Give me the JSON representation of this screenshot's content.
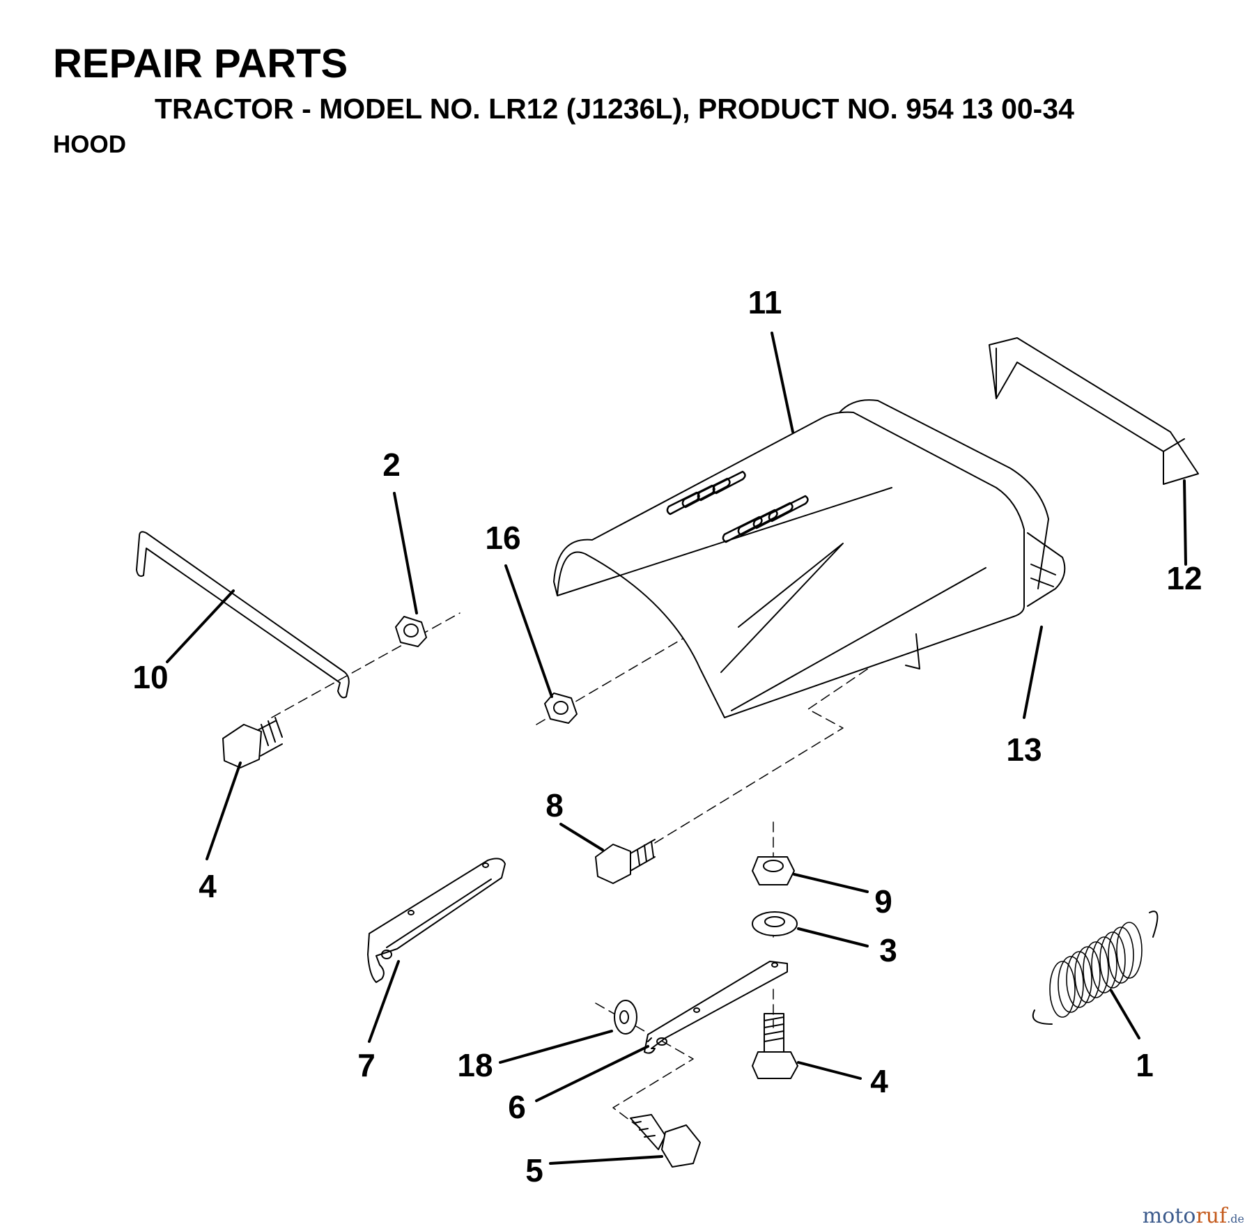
{
  "header": {
    "title": "REPAIR PARTS",
    "subtitle": "TRACTOR - MODEL NO. LR12 (J1236L), PRODUCT NO. 954 13 00-34",
    "section": "HOOD"
  },
  "callouts": [
    "11",
    "2",
    "16",
    "12",
    "10",
    "13",
    "4",
    "8",
    "9",
    "3",
    "7",
    "18",
    "4",
    "1",
    "6",
    "5"
  ],
  "watermark": {
    "part1": "moto",
    "part2": "ruf",
    "part3": ".de"
  },
  "colors": {
    "line": "#000000",
    "background": "#ffffff",
    "watermark_blue": "#3b5a8c",
    "watermark_orange": "#c45a1c"
  }
}
